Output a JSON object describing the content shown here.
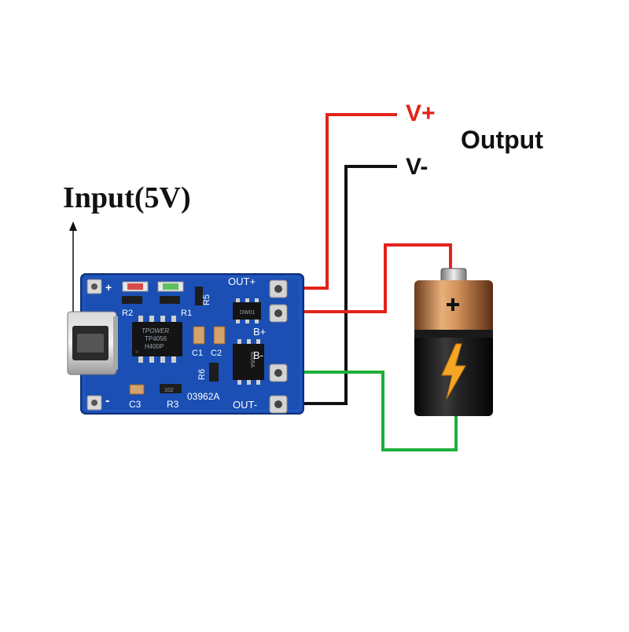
{
  "labels": {
    "v_plus": "V+",
    "v_minus": "V-",
    "output": "Output",
    "input": "Input(5V)"
  },
  "board": {
    "plus": "+",
    "minus": "-",
    "out_plus": "OUT+",
    "out_minus": "OUT-",
    "b_plus": "B+",
    "b_minus": "B-",
    "r1": "R1",
    "r2": "R2",
    "r3": "R3",
    "r5": "R5",
    "r6": "R6",
    "c1": "C1",
    "c2": "C2",
    "c3": "C3",
    "board_id": "03962A",
    "ic_brand": "TPOWER",
    "ic_model": "TP4056",
    "ic_code": "H400P",
    "small_chip": "DW01",
    "fet_chip": "8205A",
    "resistor_mark": "102"
  },
  "colors": {
    "wire_red": "#e2231a",
    "wire_black": "#111111",
    "wire_green": "#1fae3a",
    "pcb_blue": "#1b4fb4",
    "battery_copper": "#c9804a",
    "battery_black": "#151515",
    "bolt": "#f5a623"
  },
  "icons": {
    "battery": "battery-icon",
    "bolt": "lightning-bolt-icon",
    "usb": "micro-usb-port-icon",
    "arrow": "up-arrow-icon"
  }
}
